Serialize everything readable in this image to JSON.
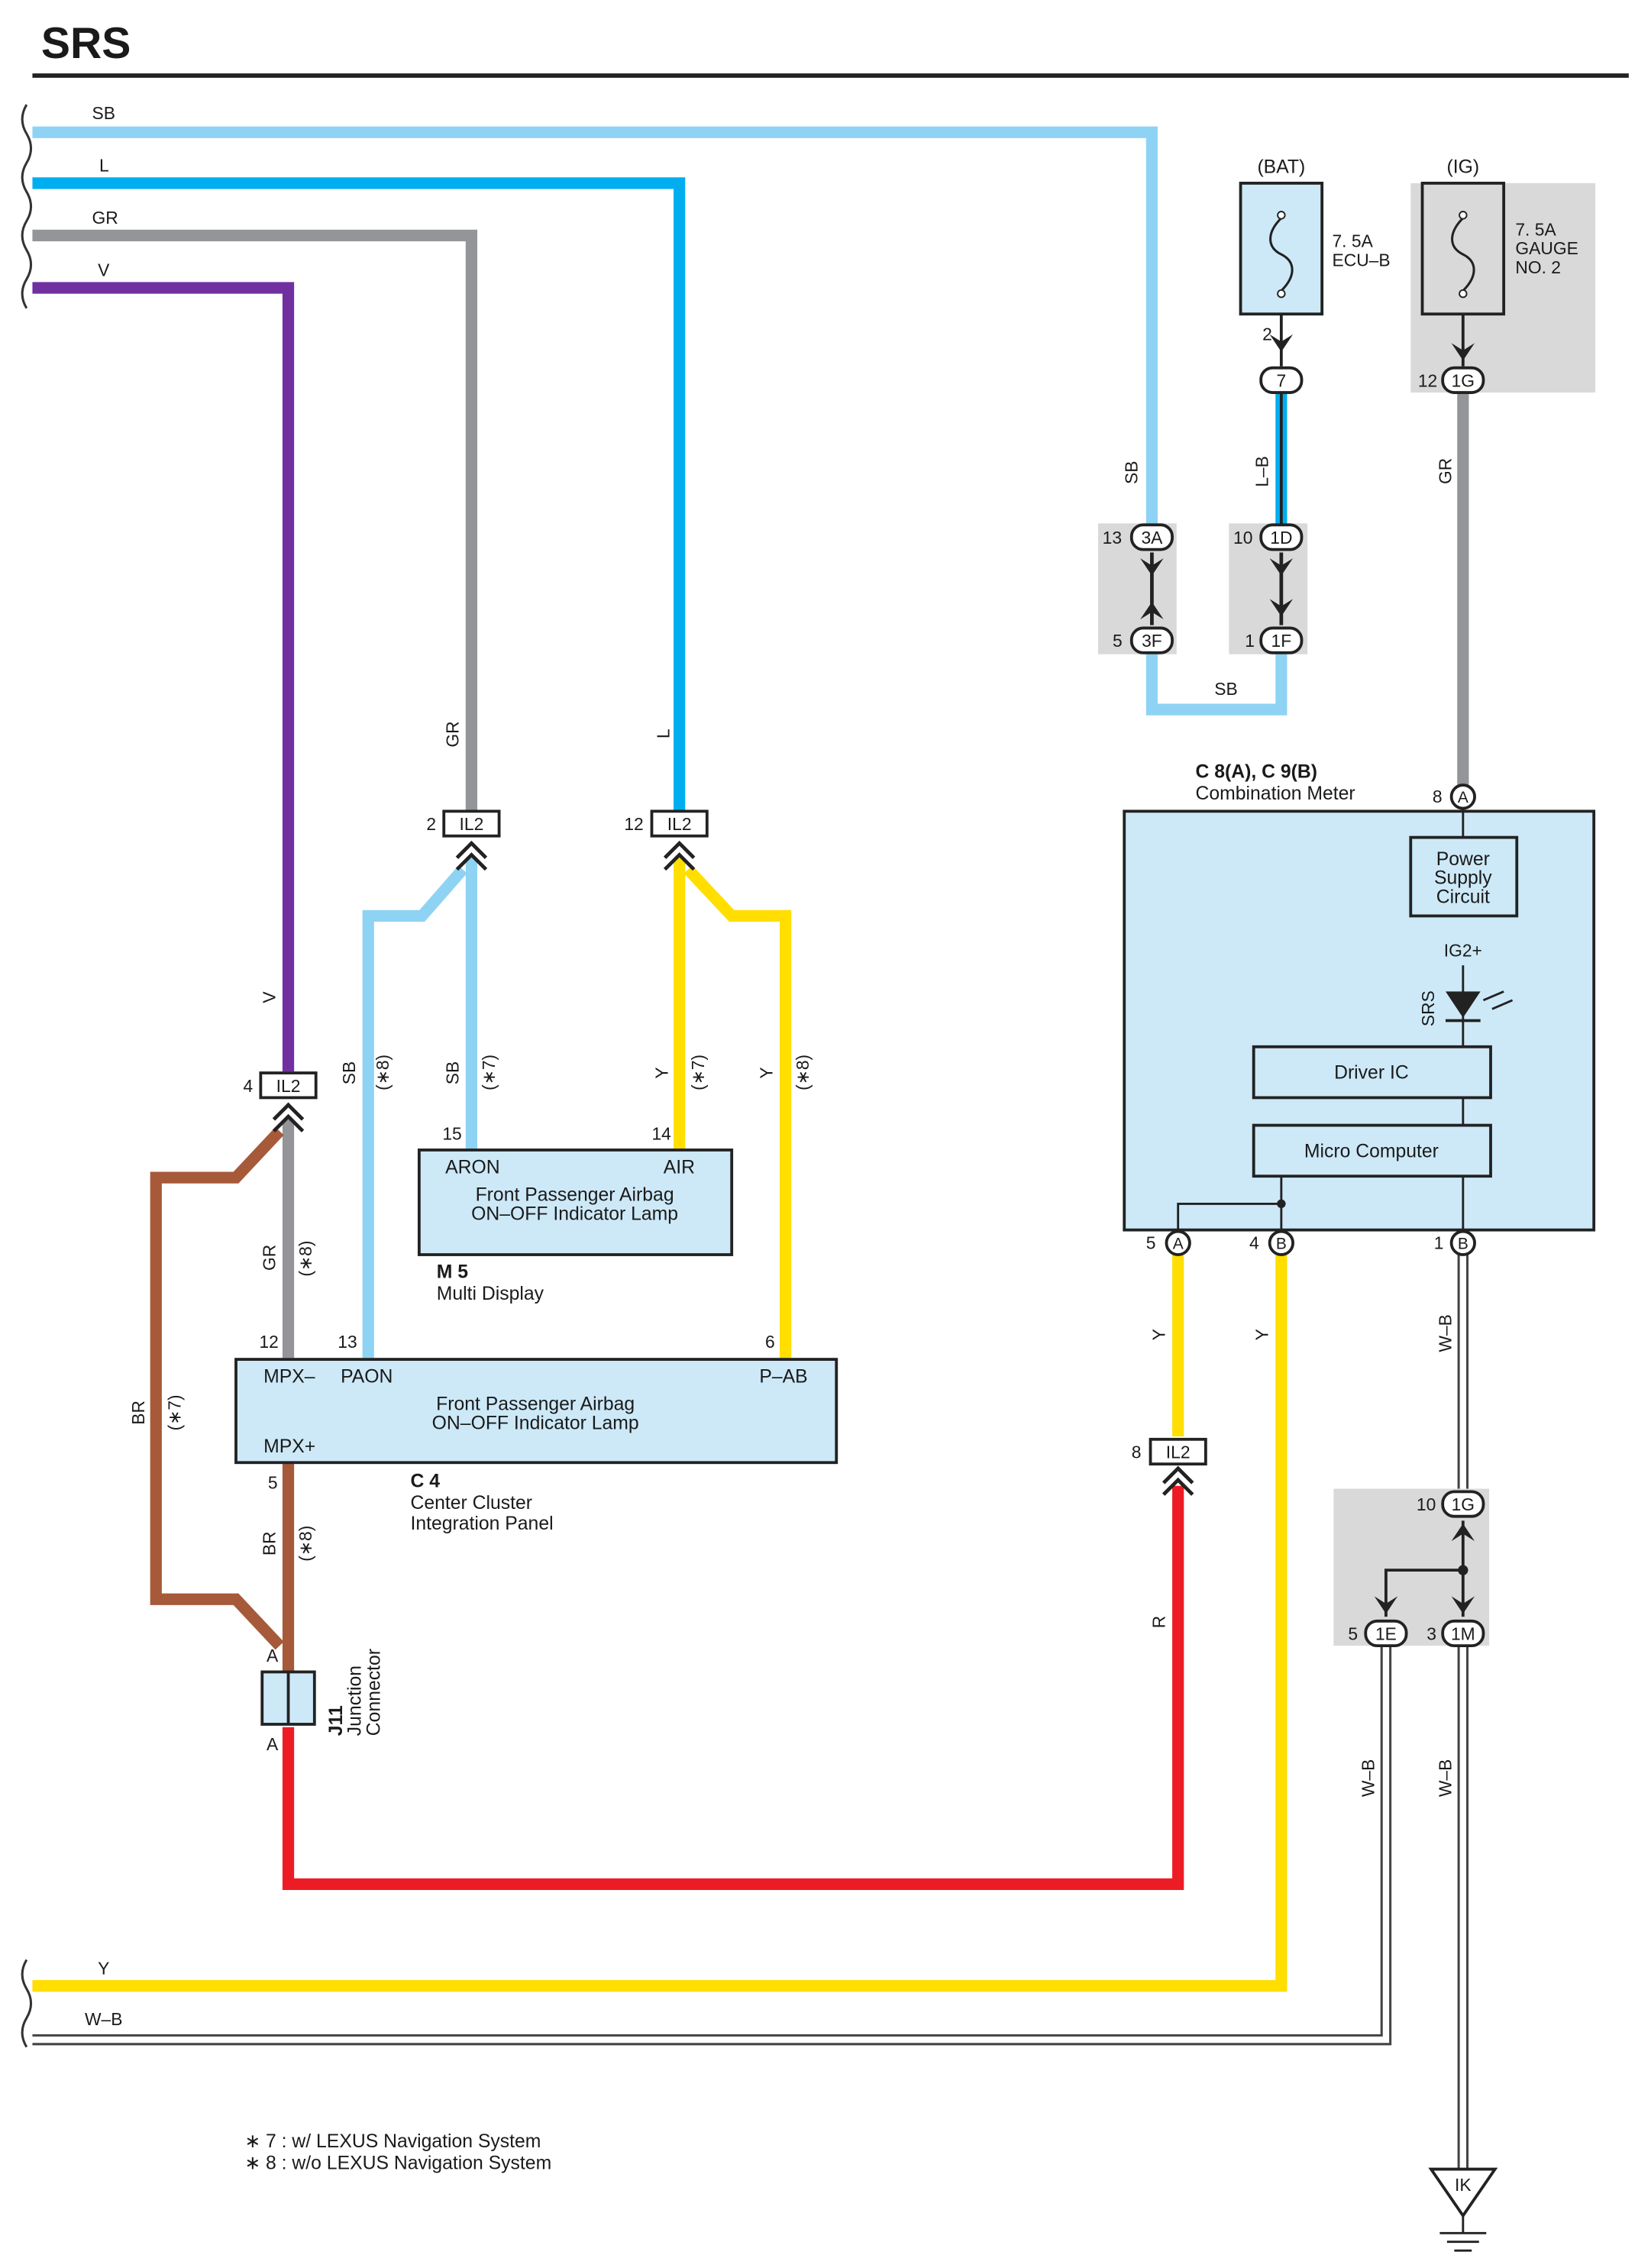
{
  "page": {
    "title": "SRS"
  },
  "colors": {
    "SB": "#8fd3f4",
    "L": "#00aeef",
    "GR": "#939598",
    "V": "#7030a0",
    "Y": "#ffde00",
    "R": "#ed1c24",
    "BR": "#a65a3a",
    "W-B": "#555555",
    "box_fill": "#cde9f8",
    "shade": "#d9d9d9"
  },
  "wires_left": {
    "sb": "SB",
    "l": "L",
    "gr": "GR",
    "v": "V",
    "y": "Y",
    "wb": "W–B"
  },
  "fuses": {
    "bat": {
      "source": "(BAT)",
      "rating": "7. 5A",
      "name": "ECU–B",
      "pin": "2",
      "connector": "7"
    },
    "ig": {
      "source": "(IG)",
      "rating": "7. 5A",
      "name_line1": "GAUGE",
      "name_line2": "NO. 2",
      "pin": "12",
      "connector": "1G"
    }
  },
  "junction_blocks": {
    "j3a": {
      "pin": "13",
      "id": "3A"
    },
    "j3f": {
      "pin": "5",
      "id": "3F"
    },
    "j1d": {
      "pin": "10",
      "id": "1D"
    },
    "j1f": {
      "pin": "1",
      "id": "1F"
    },
    "j1g_bottom": {
      "pin": "10",
      "id": "1G"
    },
    "j1e": {
      "pin": "5",
      "id": "1E"
    },
    "j1m": {
      "pin": "3",
      "id": "1M"
    }
  },
  "wire_labels": {
    "sb_vertical": "SB",
    "lb_vertical": "L–B",
    "gr_vertical": "GR",
    "sb_bottom": "SB",
    "gr_left": "GR",
    "l_left": "L",
    "v_left": "V",
    "sb_8": "SB",
    "sb_7": "SB",
    "y_7": "Y",
    "y_8": "Y",
    "gr_8": "GR",
    "br_7": "BR",
    "br_8": "BR",
    "y_meter_a": "Y",
    "y_meter_b": "Y",
    "r_label": "R",
    "wb_meter": "W–B",
    "wb_1e": "W–B",
    "wb_1m": "W–B",
    "note7": "(∗7)",
    "note8": "(∗8)"
  },
  "il2_connectors": [
    {
      "pin": "2",
      "id": "IL2"
    },
    {
      "pin": "12",
      "id": "IL2"
    },
    {
      "pin": "4",
      "id": "IL2"
    },
    {
      "pin": "8",
      "id": "IL2"
    }
  ],
  "combination_meter": {
    "code": "C 8(A), C 9(B)",
    "name": "Combination Meter",
    "pin_top": "8",
    "pin_top_conn": "A",
    "power_line1": "Power",
    "power_line2": "Supply",
    "power_line3": "Circuit",
    "ig2": "IG2+",
    "srs": "SRS",
    "driver_ic": "Driver IC",
    "micro": "Micro Computer",
    "pin_5": "5",
    "pin_5_conn": "A",
    "pin_4": "4",
    "pin_4_conn": "B",
    "pin_1": "1",
    "pin_1_conn": "B"
  },
  "multi_display": {
    "code": "M 5",
    "name": "Multi Display",
    "pin_aron": "15",
    "pin_air": "14",
    "term_aron": "ARON",
    "term_air": "AIR",
    "line1": "Front Passenger Airbag",
    "line2": "ON–OFF Indicator Lamp"
  },
  "center_cluster": {
    "code": "C 4",
    "name_line1": "Center Cluster",
    "name_line2": "Integration Panel",
    "pin_12": "12",
    "pin_13": "13",
    "pin_6": "6",
    "pin_5": "5",
    "term_mpxm": "MPX–",
    "term_paon": "PAON",
    "term_pab": "P–AB",
    "term_mpxp": "MPX+",
    "line1": "Front Passenger Airbag",
    "line2": "ON–OFF Indicator Lamp"
  },
  "junction_connector": {
    "code": "J11",
    "name_line1": "Junction",
    "name_line2": "Connector",
    "pin_top": "A",
    "pin_bottom": "A"
  },
  "ground": {
    "id": "IK"
  },
  "notes": [
    "∗ 7 : w/ LEXUS Navigation System",
    "∗ 8 : w/o LEXUS Navigation System"
  ]
}
